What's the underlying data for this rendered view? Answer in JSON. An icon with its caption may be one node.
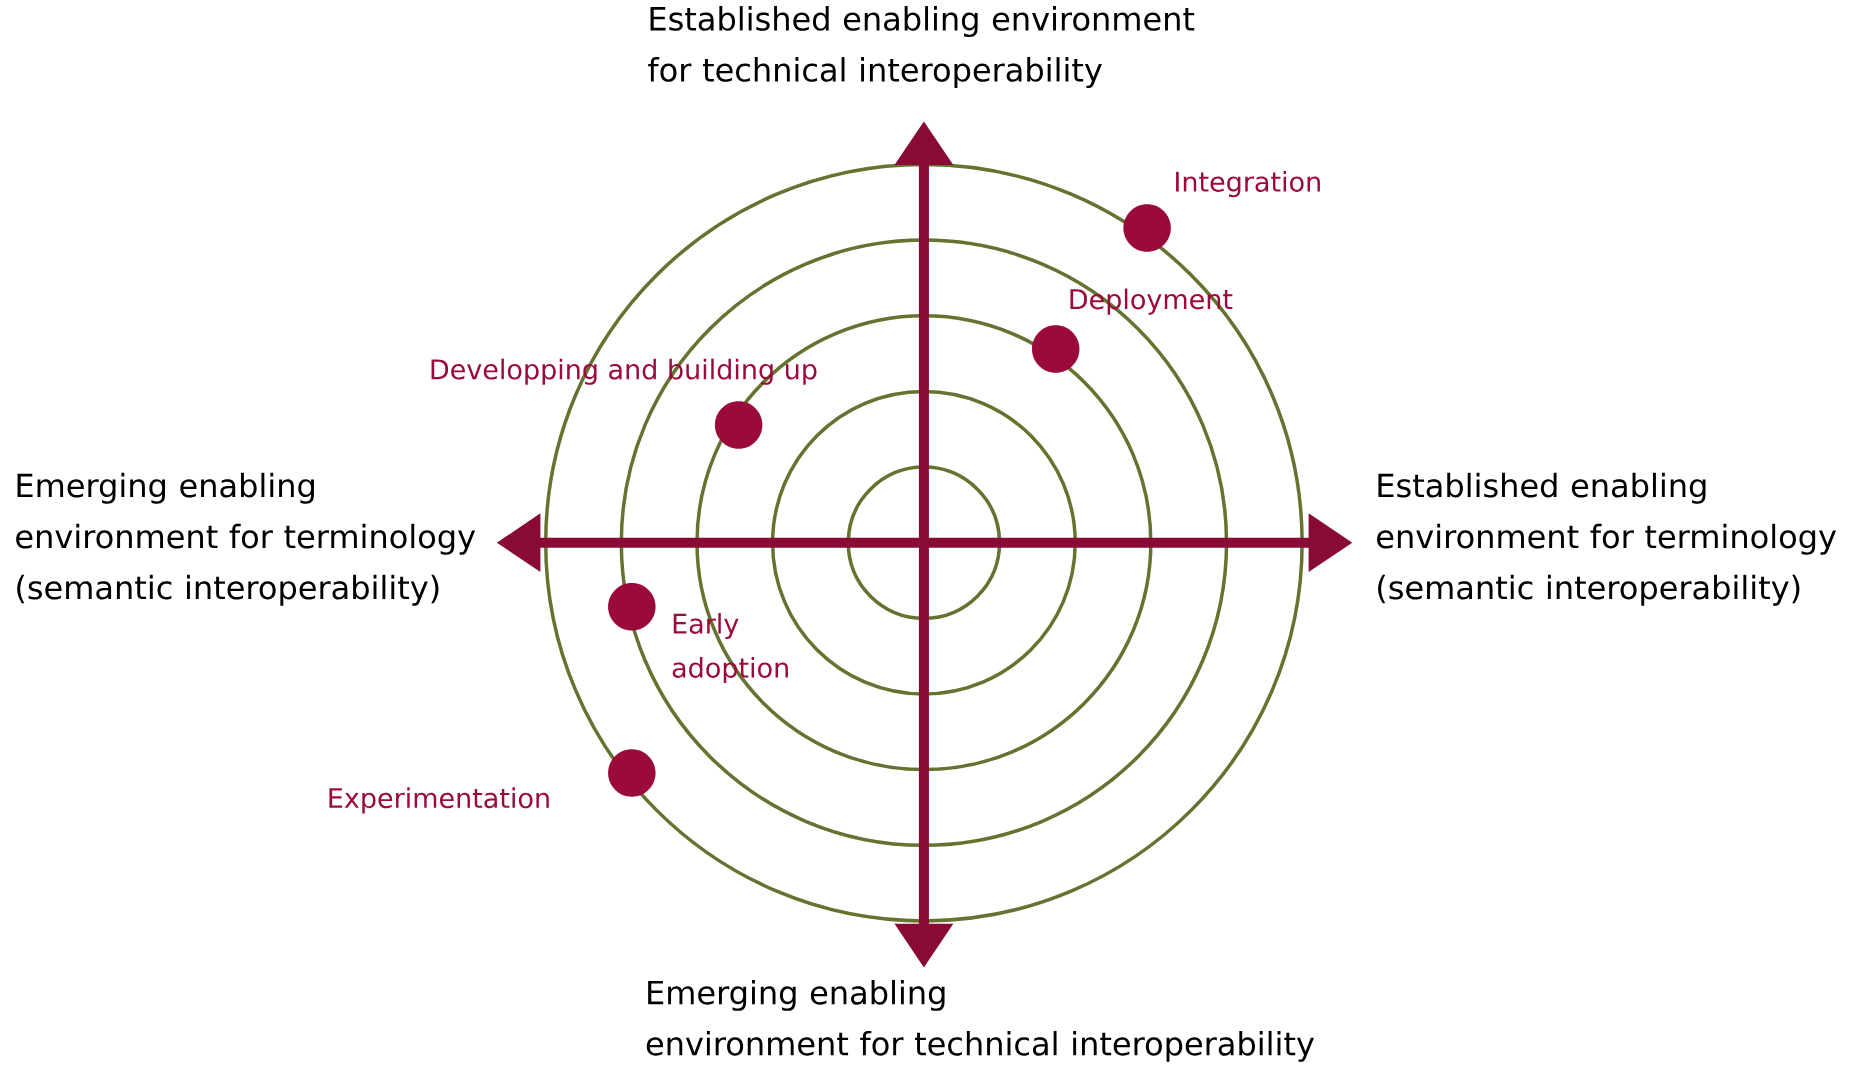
{
  "diagram": {
    "nodes": [
      {
        "text": [],
        "shape": "circle",
        "beside": [
          "Integration"
        ]
      },
      {
        "text": [],
        "shape": "circle",
        "beside": [
          "Deployment"
        ]
      },
      {
        "text": [],
        "shape": "circle",
        "beside": [
          "Developping and building up"
        ]
      },
      {
        "text": [],
        "shape": "circle",
        "beside": [
          "Early adoption"
        ]
      },
      {
        "text": [],
        "shape": "circle",
        "beside": [
          "Experimentation"
        ]
      }
    ],
    "labels": [
      "Established enabling environment for technical interoperability",
      "Emerging enabling environment for terminology (semantic interoperability)",
      "Established enabling environment for terminology (semantic interoperability)",
      "Emerging enabling environment for technical interoperability"
    ]
  }
}
